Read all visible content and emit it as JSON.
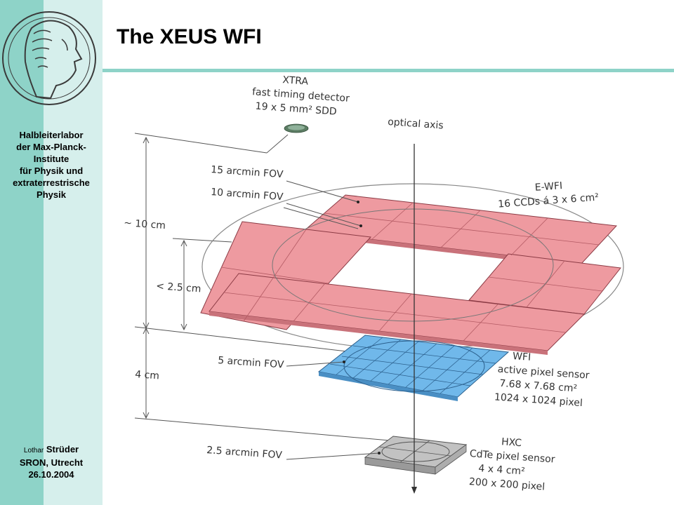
{
  "header": {
    "title": "The XEUS WFI"
  },
  "sidebar": {
    "org_lines": [
      "Halbleiterlabor",
      "der Max-Planck-",
      "Institute",
      "für Physik und",
      "extraterrestrische",
      "Physik"
    ],
    "author_first": "Lothar",
    "author_last": "Strüder",
    "affiliation": "SRON, Utrecht",
    "date": "26.10.2004"
  },
  "diagram": {
    "xtra": [
      "XTRA",
      "fast timing detector",
      "19 x 5 mm² SDD"
    ],
    "optical_axis": "optical axis",
    "ewfi": [
      "E-WFI",
      "16 CCDs á 3 x 6 cm²"
    ],
    "fov_15": "15 arcmin FOV",
    "fov_10": "10 arcmin FOV",
    "fov_5": "5 arcmin FOV",
    "fov_2_5": "2.5 arcmin FOV",
    "dim_10cm": "~ 10 cm",
    "dim_2_5cm": "< 2.5 cm",
    "dim_4cm": "4 cm",
    "wfi": [
      "WFI",
      "active pixel sensor",
      "7.68 x 7.68 cm²",
      "1024 x 1024 pixel"
    ],
    "hxc": [
      "HXC",
      "CdTe pixel sensor",
      "4 x 4 cm²",
      "200 x 200 pixel"
    ]
  },
  "colors": {
    "sidebar_dark": "#8ed3c8",
    "sidebar_light": "#d6efec",
    "ccd_pink": "#ee9aa0",
    "wfi_blue": "#70b8ea",
    "hxc_grey": "#c2c2c2"
  }
}
